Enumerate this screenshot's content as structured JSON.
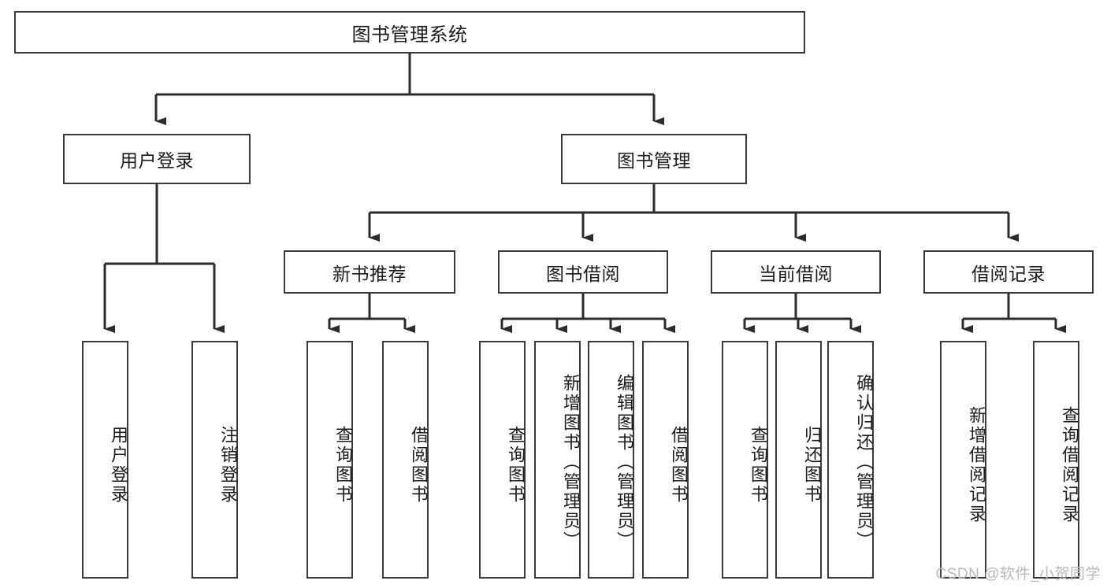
{
  "diagram": {
    "title": "图书管理系统",
    "type": "tree",
    "orientation": "top-down",
    "colors": {
      "box_border": "#3a3a3a",
      "box_fill": "#ffffff",
      "connector": "#2b2b2b",
      "text": "#1b1b1b",
      "watermark": "#b9b9b9"
    },
    "root": {
      "label": "图书管理系统"
    },
    "level2": [
      {
        "label": "用户登录"
      },
      {
        "label": "图书管理"
      }
    ],
    "level3": [
      {
        "label": "新书推荐"
      },
      {
        "label": "图书借阅"
      },
      {
        "label": "当前借阅"
      },
      {
        "label": "借阅记录"
      }
    ],
    "leaves": {
      "user_login": [
        {
          "label": "用户登录"
        },
        {
          "label": "注销登录"
        }
      ],
      "new_book_recommend": [
        {
          "label": "查询图书"
        },
        {
          "label": "借阅图书"
        }
      ],
      "book_borrow": [
        {
          "label": "查询图书"
        },
        {
          "label": "新增图书（管理员）"
        },
        {
          "label": "编辑图书（管理员）"
        },
        {
          "label": "借阅图书"
        }
      ],
      "current_borrow": [
        {
          "label": "查询图书"
        },
        {
          "label": "归还图书"
        },
        {
          "label": "确认归还（管理员）"
        }
      ],
      "borrow_record": [
        {
          "label": "新增借阅记录"
        },
        {
          "label": "查询借阅记录"
        }
      ]
    },
    "watermark": "CSDN @软件_小贺同学"
  }
}
